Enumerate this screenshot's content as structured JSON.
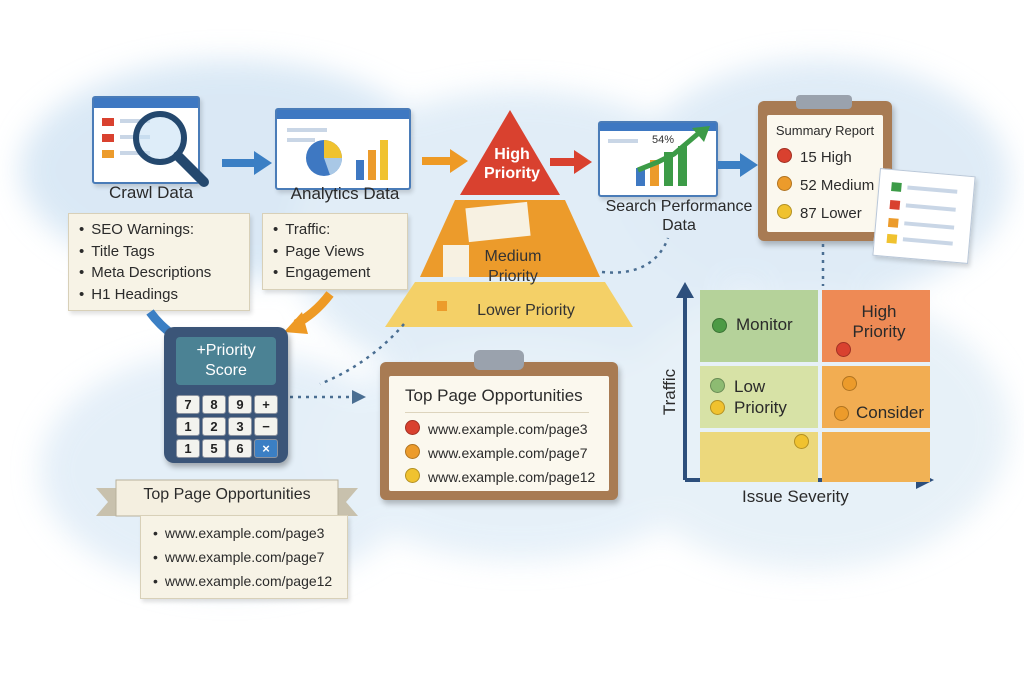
{
  "nodes": {
    "crawl": "Crawl Data",
    "analytics": "Analytics Data",
    "search_performance": "Search Performance Data"
  },
  "crawl_notes": [
    "SEO Warnings:",
    "Title Tags",
    "Meta Descriptions",
    "H1 Headings"
  ],
  "analytics_notes": [
    "Traffic:",
    "Page Views",
    "Engagement"
  ],
  "pyramid": {
    "high": "High Priority",
    "medium": "Medium Priority",
    "lower": "Lower Priority"
  },
  "chart_badge": "54%",
  "summary": {
    "title": "Summary Report",
    "rows": [
      {
        "text": "15 High",
        "color": "#d9412f"
      },
      {
        "text": "52 Medium",
        "color": "#ec9b2b"
      },
      {
        "text": "87 Lower",
        "color": "#f0c22f"
      }
    ]
  },
  "calculator": {
    "title": "+Priority Score",
    "keys": [
      "7",
      "8",
      "9",
      "+",
      "1",
      "2",
      "3",
      "−",
      "1",
      "5",
      "6",
      "×"
    ]
  },
  "clipboard_opportunities": {
    "title": "Top Page Opportunities",
    "items": [
      {
        "text": "www.example.com/page3",
        "color": "#d9412f"
      },
      {
        "text": "www.example.com/page7",
        "color": "#ec9b2b"
      },
      {
        "text": "www.example.com/page12",
        "color": "#f0c22f"
      }
    ]
  },
  "banner_opportunities": {
    "title": "Top Page Opportunities",
    "items": [
      "www.example.com/page3",
      "www.example.com/page7",
      "www.example.com/page12"
    ]
  },
  "matrix": {
    "y_axis": "Traffic",
    "x_axis": "Issue Severity",
    "cells": {
      "monitor": "Monitor",
      "high": "High Priority",
      "low": "Low Priority",
      "consider": "Consider"
    }
  },
  "colors": {
    "high": "#d9412f",
    "medium": "#ec9b2b",
    "lower": "#f0c22f",
    "arrow_blue": "#3b7fc4",
    "arrow_orange": "#ee9a25"
  }
}
